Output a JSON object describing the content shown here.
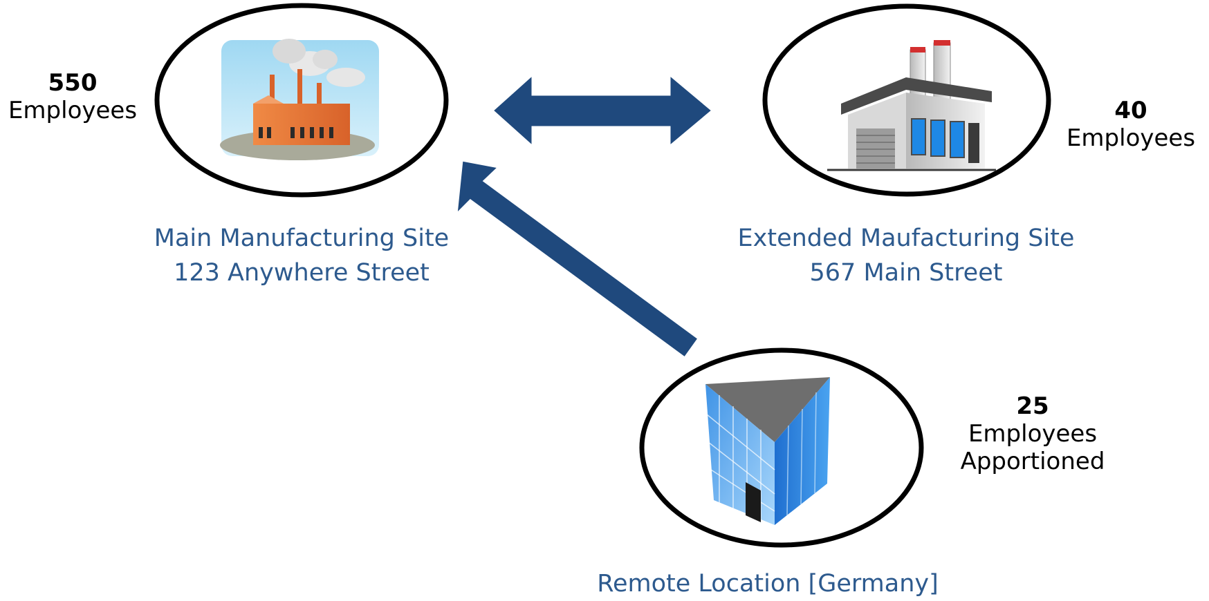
{
  "sites": {
    "main": {
      "name": "Main Manufacturing Site",
      "address": "123 Anywhere Street",
      "employee_count": "550",
      "employee_label": "Employees"
    },
    "extended": {
      "name": "Extended Maufacturing Site",
      "address": "567 Main Street",
      "employee_count": "40",
      "employee_label": "Employees"
    },
    "remote": {
      "name": "Remote Location [Germany]",
      "employee_count": "25",
      "employee_label": "Employees",
      "employee_note": "Apportioned"
    }
  },
  "colors": {
    "arrow": "#1f497d",
    "label": "#2d5a8e",
    "outline": "#000000"
  },
  "icons": {
    "main": "factory-icon",
    "extended": "warehouse-factory-icon",
    "remote": "office-building-icon"
  }
}
